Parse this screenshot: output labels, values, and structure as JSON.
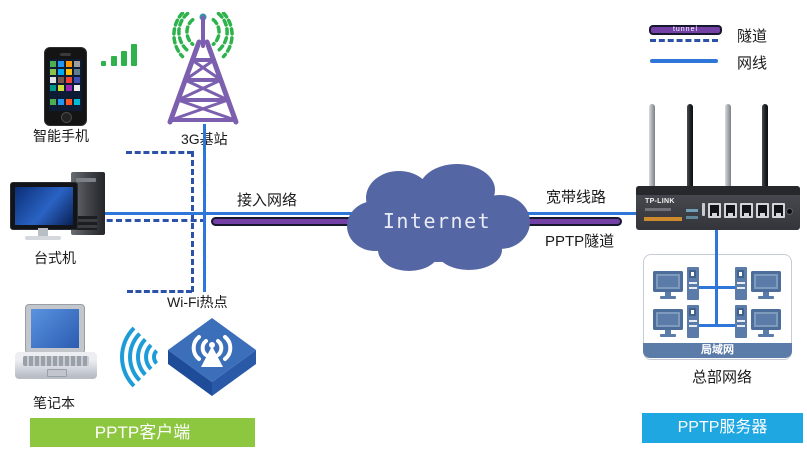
{
  "legend": {
    "tunnel_bar_label": "tunnel",
    "tunnel_label": "隧道",
    "cable_label": "网线"
  },
  "devices": {
    "smartphone": "智能手机",
    "base_station": "3G基站",
    "desktop": "台式机",
    "wifi_hotspot": "Wi-Fi热点",
    "laptop": "笔记本"
  },
  "links": {
    "access_network": "接入网络",
    "broadband_line": "宽带线路",
    "pptp_tunnel": "PPTP隧道"
  },
  "cloud": {
    "label": "Internet"
  },
  "router": {
    "brand": "TP-LINK"
  },
  "lan": {
    "label": "局域网",
    "caption": "总部网络"
  },
  "banners": {
    "client": "PPTP客户端",
    "server": "PPTP服务器"
  },
  "colors": {
    "cable_blue": "#2e76d8",
    "tunnel_dash_blue": "#2b51a8",
    "tunnel_purple": "#7340a6",
    "cloud_blue": "#5566a4",
    "client_green": "#8dc63f",
    "server_blue": "#1ea7e0",
    "lan_slate": "#5b7ba8",
    "signal_green": "#2db24c",
    "tower_purple": "#7c5fae",
    "wifi_wave_blue": "#1e9cd8"
  }
}
